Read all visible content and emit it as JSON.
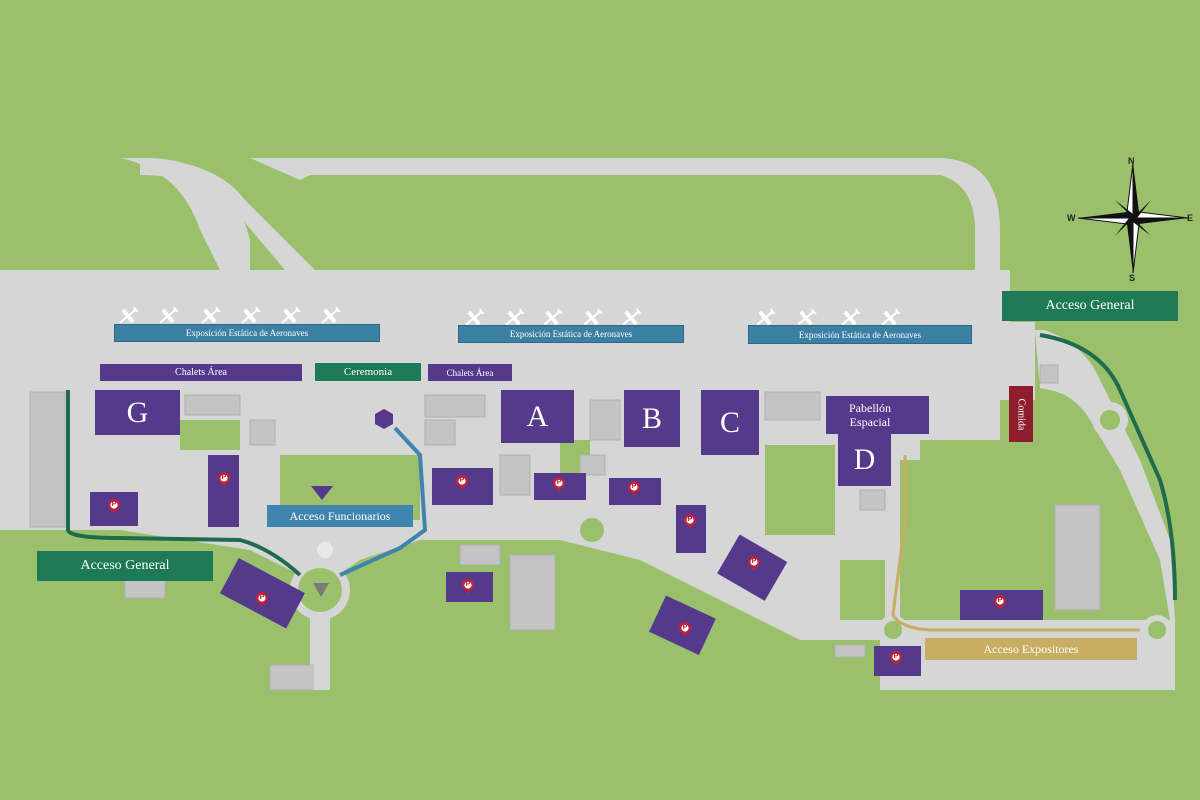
{
  "colors": {
    "grass": "#9bc06c",
    "pavement": "#d6d6d6",
    "building": "#553a8c",
    "exhibition": "#3b7fa2",
    "access_green": "#1d7a55",
    "food": "#8e1e2e",
    "exhibitors": "#c7ae62",
    "walkway_green": "#1f6b4c",
    "walkway_blue": "#3f84ad",
    "walkway_gold": "#c7ae62"
  },
  "labels": {
    "exposicion_1": "Exposición Estática de Aeronaves",
    "exposicion_2": "Exposición Estática de Aeronaves",
    "exposicion_3": "Exposición Estática de Aeronaves",
    "chalets_1": "Chalets Área",
    "chalets_2": "Chalets Área",
    "ceremonia": "Ceremonia",
    "pabellon_line1": "Pabellón",
    "pabellon_line2": "Espacial",
    "comida": "Comida",
    "acceso_general_left": "Acceso General",
    "acceso_general_right": "Acceso General",
    "acceso_funcionarios": "Acceso Funcionarios",
    "acceso_expositores": "Acceso Expositores"
  },
  "zones": {
    "a": "A",
    "b": "B",
    "c": "C",
    "d": "D",
    "g": "G"
  },
  "parking_symbol": "P",
  "compass": {
    "n": "N",
    "s": "S",
    "e": "E",
    "w": "W"
  },
  "icons": [
    "airplane-icon",
    "parking-pin-icon",
    "compass-rose-icon",
    "triangle-marker-icon",
    "hexagon-marker-icon"
  ]
}
